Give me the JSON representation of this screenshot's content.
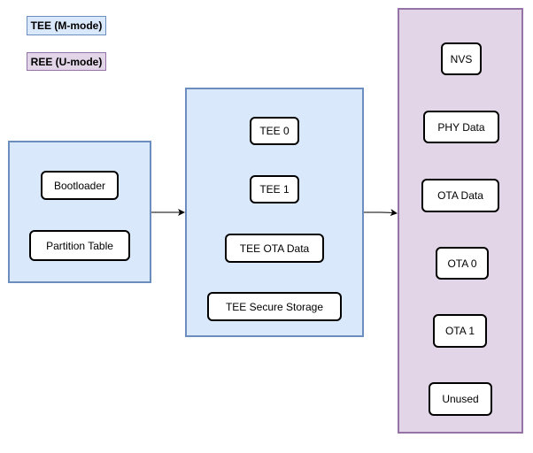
{
  "legend": {
    "tee": "TEE (M-mode)",
    "ree": "REE (U-mode)"
  },
  "colors": {
    "tee_fill": "#dae8fc",
    "tee_stroke": "#6c8ebf",
    "ree_fill": "#e1d5e7",
    "ree_stroke": "#9673a6",
    "partition_fill": "#ffffff",
    "partition_stroke": "#000000"
  },
  "boot_group": {
    "items": [
      "Bootloader",
      "Partition Table"
    ]
  },
  "tee_group": {
    "items": [
      "TEE 0",
      "TEE 1",
      "TEE OTA Data",
      "TEE Secure Storage"
    ]
  },
  "ree_group": {
    "items": [
      "NVS",
      "PHY Data",
      "OTA Data",
      "OTA 0",
      "OTA 1",
      "Unused"
    ]
  }
}
